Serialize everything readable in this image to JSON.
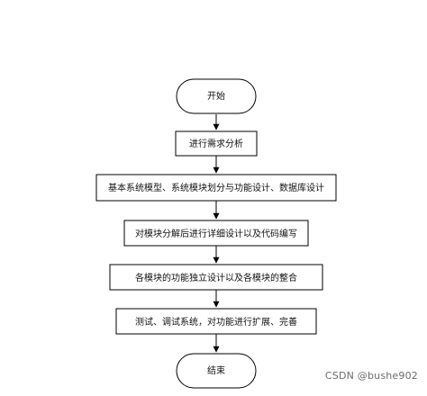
{
  "diagram": {
    "nodes": [
      {
        "id": "start",
        "shape": "terminal",
        "label": "开始"
      },
      {
        "id": "step1",
        "shape": "process",
        "label": "进行需求分析"
      },
      {
        "id": "step2",
        "shape": "process",
        "label": "基本系统模型、系统模块划分与功能设计、数据库设计"
      },
      {
        "id": "step3",
        "shape": "process",
        "label": "对模块分解后进行详细设计以及代码编写"
      },
      {
        "id": "step4",
        "shape": "process",
        "label": "各模块的功能独立设计以及各模块的整合"
      },
      {
        "id": "step5",
        "shape": "process",
        "label": "测试、调试系统，对功能进行扩展、完善"
      },
      {
        "id": "end",
        "shape": "terminal",
        "label": "结束"
      }
    ],
    "edges": [
      {
        "from": "start",
        "to": "step1"
      },
      {
        "from": "step1",
        "to": "step2"
      },
      {
        "from": "step2",
        "to": "step3"
      },
      {
        "from": "step3",
        "to": "step4"
      },
      {
        "from": "step4",
        "to": "step5"
      },
      {
        "from": "step5",
        "to": "end"
      }
    ],
    "colors": {
      "stroke": "#000000",
      "fill": "#ffffff",
      "text": "#111111"
    }
  },
  "watermark": {
    "text": "CSDN @bushe902"
  }
}
